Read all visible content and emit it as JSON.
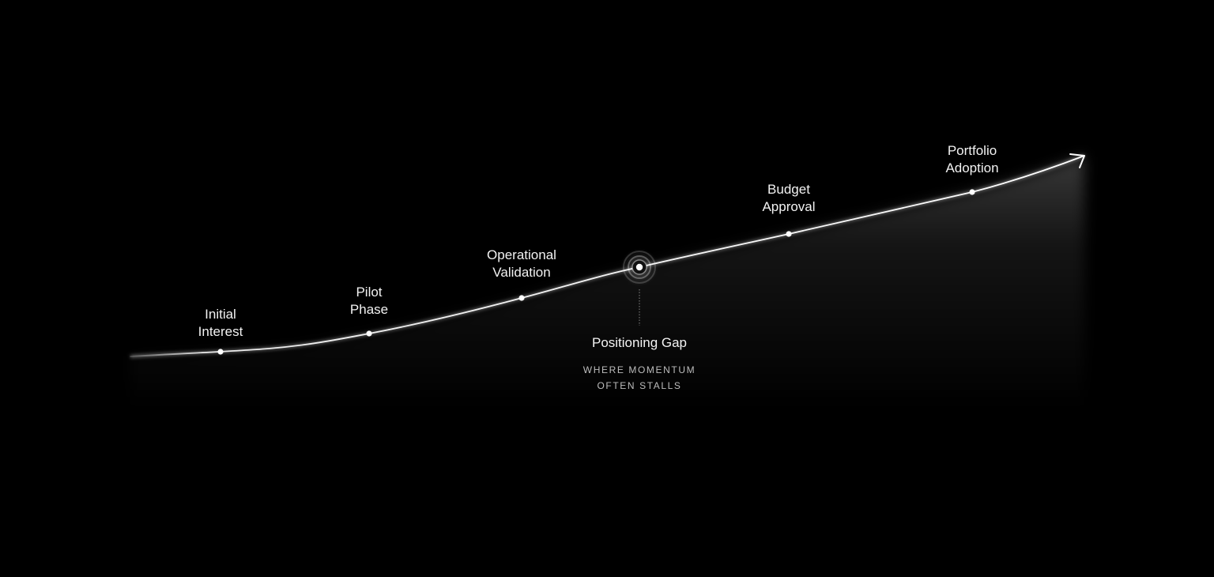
{
  "milestones": [
    {
      "line1": "Initial",
      "line2": "Interest"
    },
    {
      "line1": "Pilot",
      "line2": "Phase"
    },
    {
      "line1": "Operational",
      "line2": "Validation"
    },
    {
      "line1": "Budget",
      "line2": "Approval"
    },
    {
      "line1": "Portfolio",
      "line2": "Adoption"
    }
  ],
  "gap": {
    "title": "Positioning Gap",
    "subtitle_line1": "WHERE MOMENTUM",
    "subtitle_line2": "OFTEN STALLS"
  },
  "colors": {
    "background": "#000000",
    "line": "#ffffff",
    "glow": "#ffffff",
    "subtitle": "#bdbdbd"
  }
}
